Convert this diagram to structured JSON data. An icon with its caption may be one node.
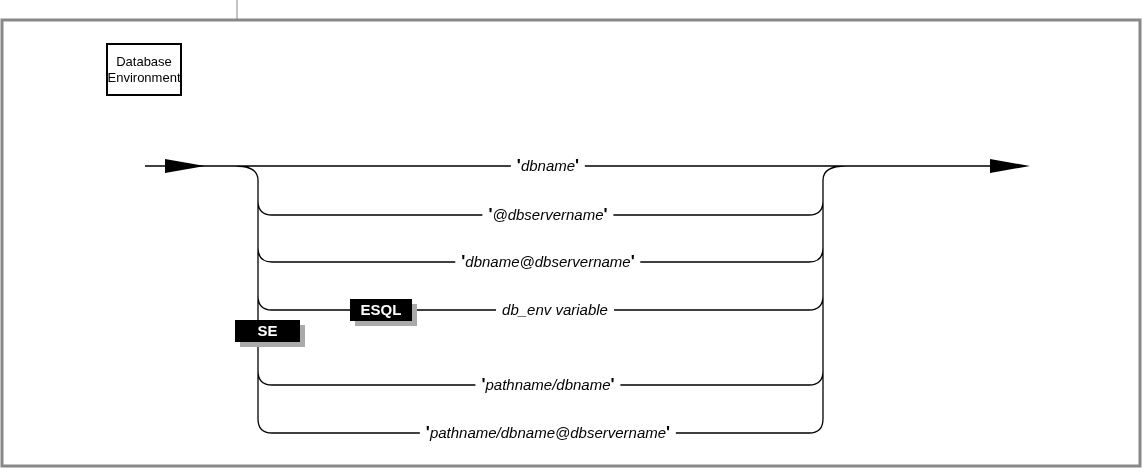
{
  "diagram": {
    "nodes": [
      {
        "text": [
          "Database Environment"
        ]
      },
      {
        "text": [
          "ESQL"
        ]
      },
      {
        "text": [
          "SE"
        ]
      }
    ],
    "labels": [
      "**'**dbname**'**",
      "**'**@dbservername**'**",
      "**'**dbname@dbservername**'**",
      "db_env variable",
      "**'**pathname/dbname**'**",
      "**'**pathname/dbname@dbservername**'**"
    ]
  }
}
